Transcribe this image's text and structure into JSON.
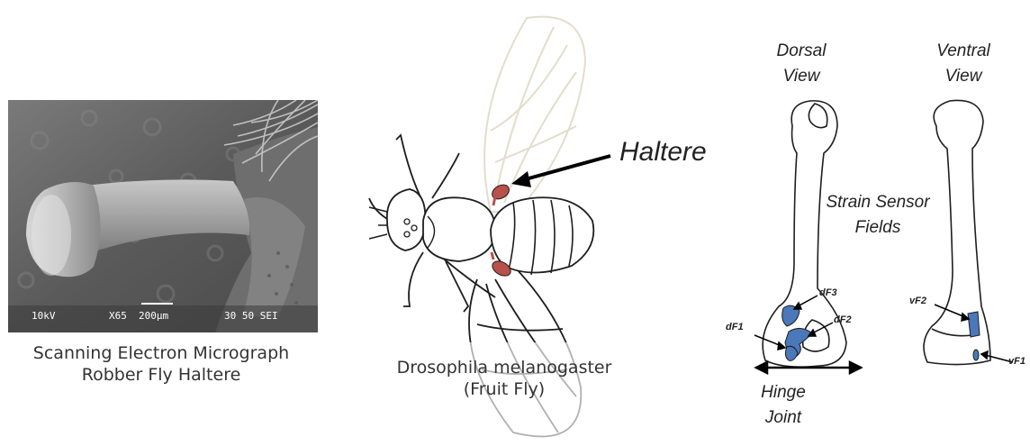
{
  "micrograph": {
    "scale_labels": [
      "10kV",
      "X65",
      "200μm",
      "30 50 SEI"
    ],
    "caption_line1": "Scanning Electron Micrograph",
    "caption_line2": "Robber Fly Haltere"
  },
  "fly": {
    "pointer_label": "Haltere",
    "caption_line1": "Drosophila melanogaster",
    "caption_line2": "(Fruit Fly)",
    "haltere_color": "#b9504a"
  },
  "haltere_views": {
    "dorsal_line1": "Dorsal",
    "dorsal_line2": "View",
    "ventral_line1": "Ventral",
    "ventral_line2": "View",
    "strain_line1": "Strain Sensor",
    "strain_line2": "Fields",
    "hinge_line1": "Hinge",
    "hinge_line2": "Joint",
    "field_color": "#4a78b8",
    "fields": {
      "dF1": "dF1",
      "dF2": "dF2",
      "dF3": "dF3",
      "vF1": "vF1",
      "vF2": "vF2"
    }
  }
}
